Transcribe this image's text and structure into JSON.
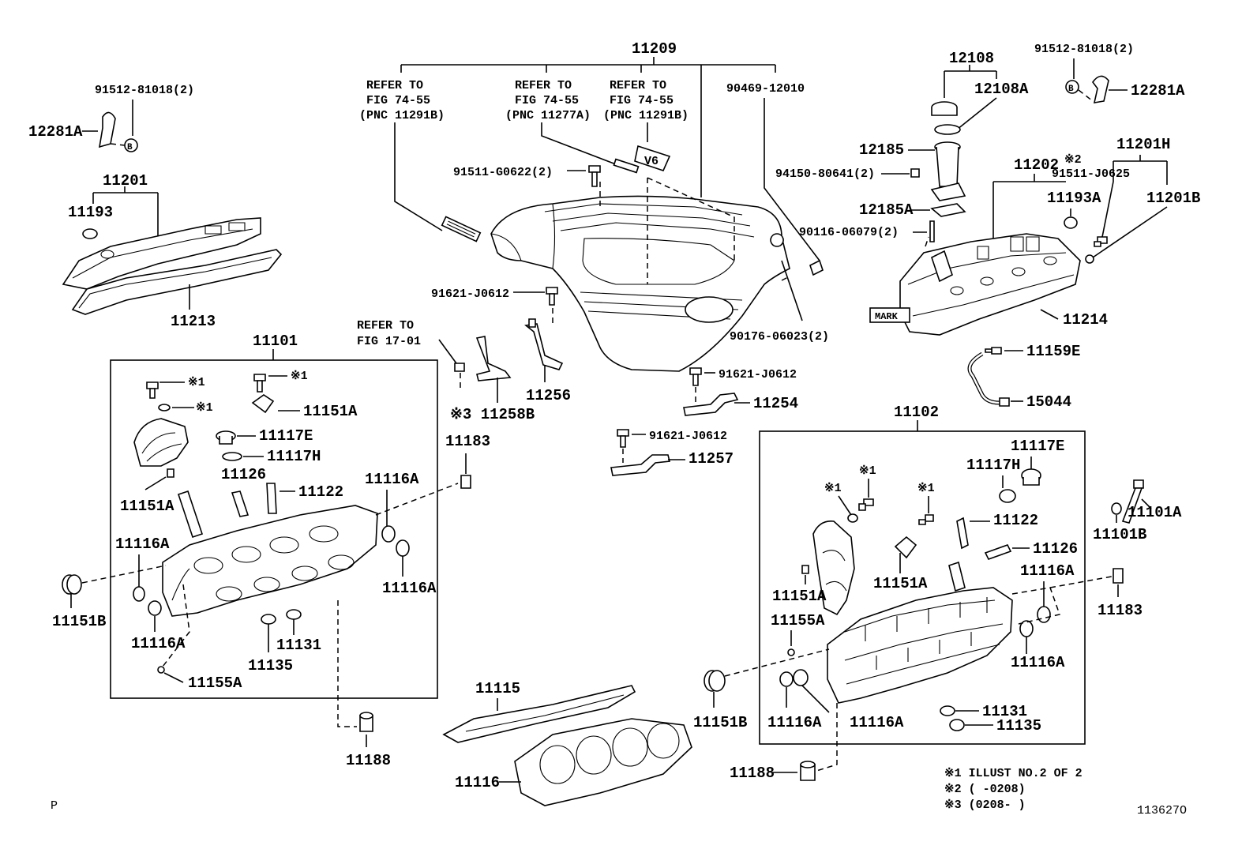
{
  "labels": {
    "l_11209": "11209",
    "l_refer1_a": "REFER TO",
    "l_refer1_b": "FIG 74-55",
    "l_refer1_c": "(PNC 11291B)",
    "l_refer2_a": "REFER TO",
    "l_refer2_b": "FIG 74-55",
    "l_refer2_c": "(PNC 11277A)",
    "l_refer3_a": "REFER TO",
    "l_refer3_b": "FIG 74-55",
    "l_refer3_c": "(PNC 11291B)",
    "l_90469": "90469-12010",
    "l_91512_left": "91512-81018(2)",
    "l_12281A_left": "12281A",
    "l_11201": "11201",
    "l_11193": "11193",
    "l_11213": "11213",
    "l_91511_g": "91511-G0622(2)",
    "l_91621_a": "91621-J0612",
    "l_refer4_a": "REFER TO",
    "l_refer4_b": "FIG 17-01",
    "l_11256": "11256",
    "l_11258B": "※3 11258B",
    "l_91621_b": "91621-J0612",
    "l_11254": "11254",
    "l_91621_c": "91621-J0612",
    "l_11257": "11257",
    "l_90176": "90176-06023(2)",
    "l_12108": "12108",
    "l_12108A": "12108A",
    "l_12185": "12185",
    "l_94150": "94150-80641(2)",
    "l_12185A": "12185A",
    "l_90116": "90116-06079(2)",
    "l_91512_right": "91512-81018(2)",
    "l_12281A_right": "12281A",
    "l_11201H": "11201H",
    "l_note2": "※2",
    "l_11202": "11202",
    "l_91511_j": "91511-J0625",
    "l_11193A": "11193A",
    "l_11201B": "11201B",
    "l_mark": "MARK",
    "l_11214": "11214",
    "l_11159E": "11159E",
    "l_15044": "15044",
    "l_11101": "11101",
    "l_x1_a": "※1",
    "l_x1_b": "※1",
    "l_x1_c": "※1",
    "l_11151A_a": "11151A",
    "l_11117E_l": "11117E",
    "l_11117H_l": "11117H",
    "l_11126_l": "11126",
    "l_11122_l": "11122",
    "l_11151A_b": "11151A",
    "l_11116A_a": "11116A",
    "l_11116A_b": "11116A",
    "l_11116A_c": "11116A",
    "l_11116A_d": "11116A",
    "l_11151B_l": "11151B",
    "l_11135_l": "11135",
    "l_11131_l": "11131",
    "l_11155A_l": "11155A",
    "l_11183_l": "11183",
    "l_11188_l": "11188",
    "l_11115": "11115",
    "l_11116": "11116",
    "l_11102": "11102",
    "l_11117E_r": "11117E",
    "l_11117H_r": "11117H",
    "l_x1_d": "※1",
    "l_x1_e": "※1",
    "l_x1_f": "※1",
    "l_11122_r": "11122",
    "l_11126_r": "11126",
    "l_11151A_c": "11151A",
    "l_11151A_d": "11151A",
    "l_11155A_r": "11155A",
    "l_11116A_e": "11116A",
    "l_11116A_f": "11116A",
    "l_11116A_g": "11116A",
    "l_11116A_h": "11116A",
    "l_11131_r": "11131",
    "l_11135_r": "11135",
    "l_11151B_r": "11151B",
    "l_11188_r": "11188",
    "l_11101A": "11101A",
    "l_11101B": "11101B",
    "l_11183_r": "11183",
    "l_note_x1": "※1 ILLUST NO.2 OF 2",
    "l_note_x2": "※2 (      -0208)",
    "l_note_x3": "※3 (0208-      )",
    "l_p": "P",
    "l_fig": "113627O",
    "l_b_left": "B",
    "l_b_right": "B",
    "l_v6": "V6"
  }
}
